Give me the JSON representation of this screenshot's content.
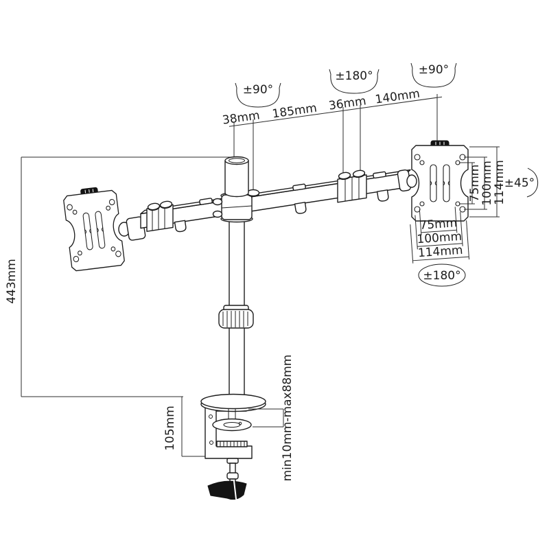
{
  "diagram": {
    "subject": "Dual monitor desk mount arm - dimensional technical drawing",
    "background_color": "#ffffff",
    "line_color": "#1c1c1c"
  },
  "annotations": {
    "swivel_pole": "±90°",
    "swivel_mid_joint": "±180°",
    "swivel_end_joint": "±90°",
    "vesa_tilt": "±45°",
    "vesa_rotation": "±180°",
    "top_dims": {
      "pole_cap": "38mm",
      "arm_segment_1": "185mm",
      "mid_joint": "36mm",
      "arm_segment_2": "140mm"
    },
    "pole_height": "443mm",
    "clamp_height": "105mm",
    "desk_thickness_range": "min10mm-max88mm",
    "vesa_vertical": [
      "75mm",
      "100mm",
      "114mm"
    ],
    "vesa_horizontal": [
      "75mm",
      "100mm",
      "114mm"
    ]
  }
}
